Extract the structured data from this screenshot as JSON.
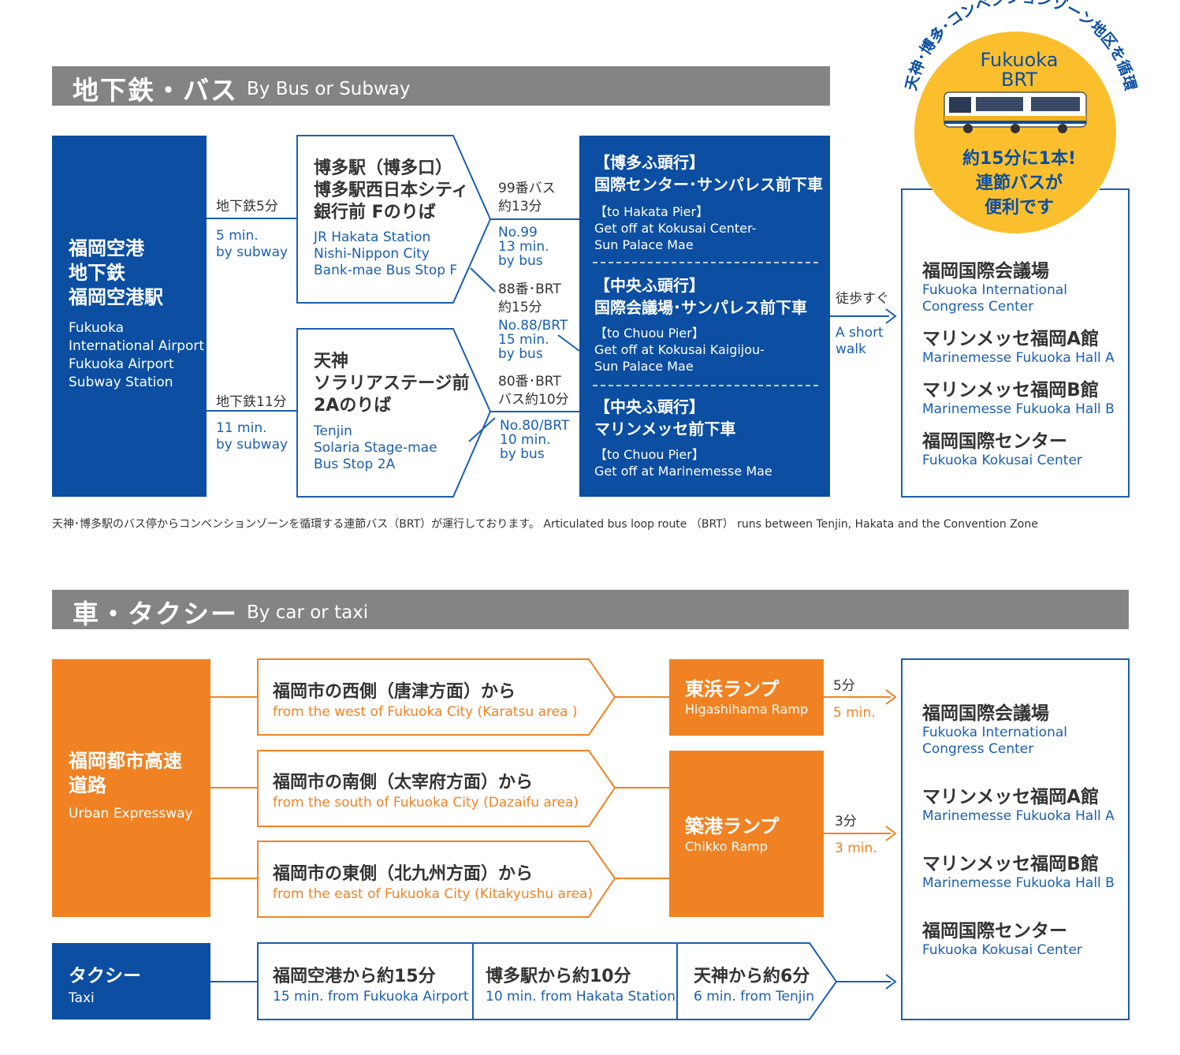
{
  "bus_section": {
    "title_jp": "地下鉄・バス",
    "title_en": "By Bus or Subway",
    "origin": {
      "lines_jp": [
        "福岡空港",
        "地下鉄",
        "福岡空港駅"
      ],
      "lines_en": [
        "Fukuoka",
        "International Airport",
        "Fukuoka Airport",
        "Subway Station"
      ]
    },
    "route_hakata": {
      "jp": "地下鉄5分",
      "en_lines": [
        "5 min.",
        "by subway"
      ]
    },
    "route_tenjin": {
      "jp": "地下鉄11分",
      "en_lines": [
        "11 min.",
        "by subway"
      ]
    },
    "stop_hakata": {
      "jp_lines": [
        "博多駅（博多口）",
        "博多駅西日本シティ",
        "銀行前 Fのりば"
      ],
      "en_lines": [
        "JR Hakata Station",
        "Nishi-Nippon City",
        "Bank-mae Bus Stop F"
      ]
    },
    "stop_tenjin": {
      "jp_lines": [
        "天神",
        "ソラリアステージ前",
        "2Aのりば"
      ],
      "en_lines": [
        "Tenjin",
        "Solaria Stage-mae",
        "Bus Stop 2A"
      ]
    },
    "bus99": {
      "jp_lines": [
        "99番バス",
        "約13分"
      ],
      "en_lines": [
        "No.99",
        "13 min.",
        "by bus"
      ]
    },
    "bus88": {
      "jp_lines": [
        "88番･BRT",
        "約15分"
      ],
      "en_lines": [
        "No.88/BRT",
        "15 min.",
        "by bus"
      ]
    },
    "bus80": {
      "jp_lines": [
        "80番･BRT",
        "バス約10分"
      ],
      "en_lines": [
        "No.80/BRT",
        "10 min.",
        "by bus"
      ]
    },
    "alight": [
      {
        "jp_lines": [
          "【博多ふ頭行】",
          "国際センター･サンパレス前下車"
        ],
        "en_lines": [
          "【to Hakata Pier】",
          "Get off at Kokusai Center-",
          "Sun Palace Mae"
        ]
      },
      {
        "jp_lines": [
          "【中央ふ頭行】",
          "国際会議場･サンパレス前下車"
        ],
        "en_lines": [
          "【to Chuou Pier】",
          "Get off at Kokusai Kaigijou-",
          "Sun Palace Mae"
        ]
      },
      {
        "jp_lines": [
          "【中央ふ頭行】",
          "マリンメッセ前下車"
        ],
        "en_lines": [
          "【to Chuou Pier】",
          "Get off at Marinemesse Mae"
        ]
      }
    ],
    "walk": {
      "jp": "徒歩すぐ",
      "en_lines": [
        "A short",
        "walk"
      ]
    },
    "destinations": [
      {
        "jp": "福岡国際会議場",
        "en_lines": [
          "Fukuoka International",
          "Congress Center"
        ]
      },
      {
        "jp": "マリンメッセ福岡A館",
        "en_lines": [
          "Marinemesse Fukuoka Hall A"
        ]
      },
      {
        "jp": "マリンメッセ福岡B館",
        "en_lines": [
          "Marinemesse Fukuoka Hall B"
        ]
      },
      {
        "jp": "福岡国際センター",
        "en_lines": [
          "Fukuoka Kokusai Center"
        ]
      }
    ],
    "brt_badge": {
      "arc_text": "天神･博多･コンベンションゾーン地区を循環",
      "name_lines": [
        "Fukuoka",
        "BRT"
      ],
      "caption_lines": [
        "約15分に1本!",
        "連節バスが",
        "便利です"
      ]
    },
    "footnote": "天神･博多駅のバス停からコンベンションゾーンを循環する連節バス（BRT）が運行しております。 Articulated bus loop route （BRT） runs between Tenjin, Hakata and the Convention Zone"
  },
  "car_section": {
    "title_jp": "車・タクシー",
    "title_en": "By car or taxi",
    "expressway": {
      "jp_lines": [
        "福岡都市高速",
        "道路"
      ],
      "en": "Urban Expressway"
    },
    "from_west": {
      "jp": "福岡市の西側（唐津方面）から",
      "en": "from the west of Fukuoka City (Karatsu area )"
    },
    "from_south": {
      "jp": "福岡市の南側（太宰府方面）から",
      "en": "from the south of Fukuoka City (Dazaifu area)"
    },
    "from_east": {
      "jp": "福岡市の東側（北九州方面）から",
      "en": "from the east of Fukuoka City (Kitakyushu area)"
    },
    "ramp_higashihama": {
      "jp": "東浜ランプ",
      "en": "Higashihama Ramp",
      "time_jp": "5分",
      "time_en": "5 min."
    },
    "ramp_chikko": {
      "jp": "築港ランプ",
      "en": "Chikko Ramp",
      "time_jp": "3分",
      "time_en": "3 min."
    },
    "taxi": {
      "jp": "タクシー",
      "en": "Taxi"
    },
    "taxi_airport": {
      "jp": "福岡空港から約15分",
      "en": "15 min. from Fukuoka Airport"
    },
    "taxi_hakata": {
      "jp": "博多駅から約10分",
      "en": "10 min. from Hakata Station"
    },
    "taxi_tenjin": {
      "jp": "天神から約6分",
      "en": "6 min. from Tenjin"
    },
    "destinations": [
      {
        "jp": "福岡国際会議場",
        "en_lines": [
          "Fukuoka International",
          "Congress Center"
        ]
      },
      {
        "jp": "マリンメッセ福岡A館",
        "en_lines": [
          "Marinemesse Fukuoka Hall A"
        ]
      },
      {
        "jp": "マリンメッセ福岡B館",
        "en_lines": [
          "Marinemesse Fukuoka Hall B"
        ]
      },
      {
        "jp": "福岡国際センター",
        "en_lines": [
          "Fukuoka Kokusai Center"
        ]
      }
    ]
  },
  "colors": {
    "blue": "#0b4ea2",
    "orange": "#f08223",
    "gray": "#848484",
    "yellow": "#fbbf2d"
  },
  "icons": [
    "bus-icon",
    "arrow-right-icon"
  ]
}
